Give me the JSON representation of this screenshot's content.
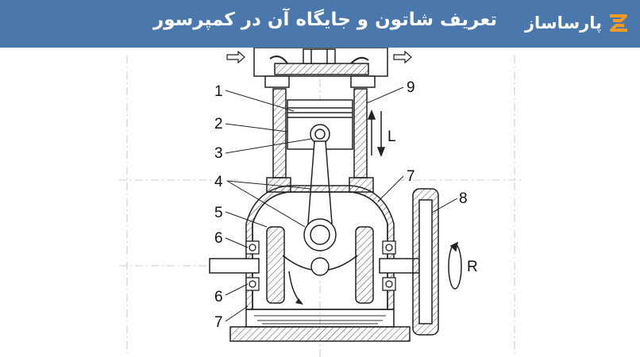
{
  "header": {
    "title": "تعریف شاتون و جایگاه آن در کمپرسور",
    "logo_text": "پارساساز",
    "background": "#4a78ad",
    "logo_accent": "#f39a21"
  },
  "diagram": {
    "labels": {
      "l1": "1",
      "l2": "2",
      "l3": "3",
      "l4": "4",
      "l5": "5",
      "l6a": "6",
      "l6b": "6",
      "l7a": "7",
      "l7b": "7",
      "l8": "8",
      "l9": "9",
      "lL": "L",
      "lR": "R"
    }
  }
}
